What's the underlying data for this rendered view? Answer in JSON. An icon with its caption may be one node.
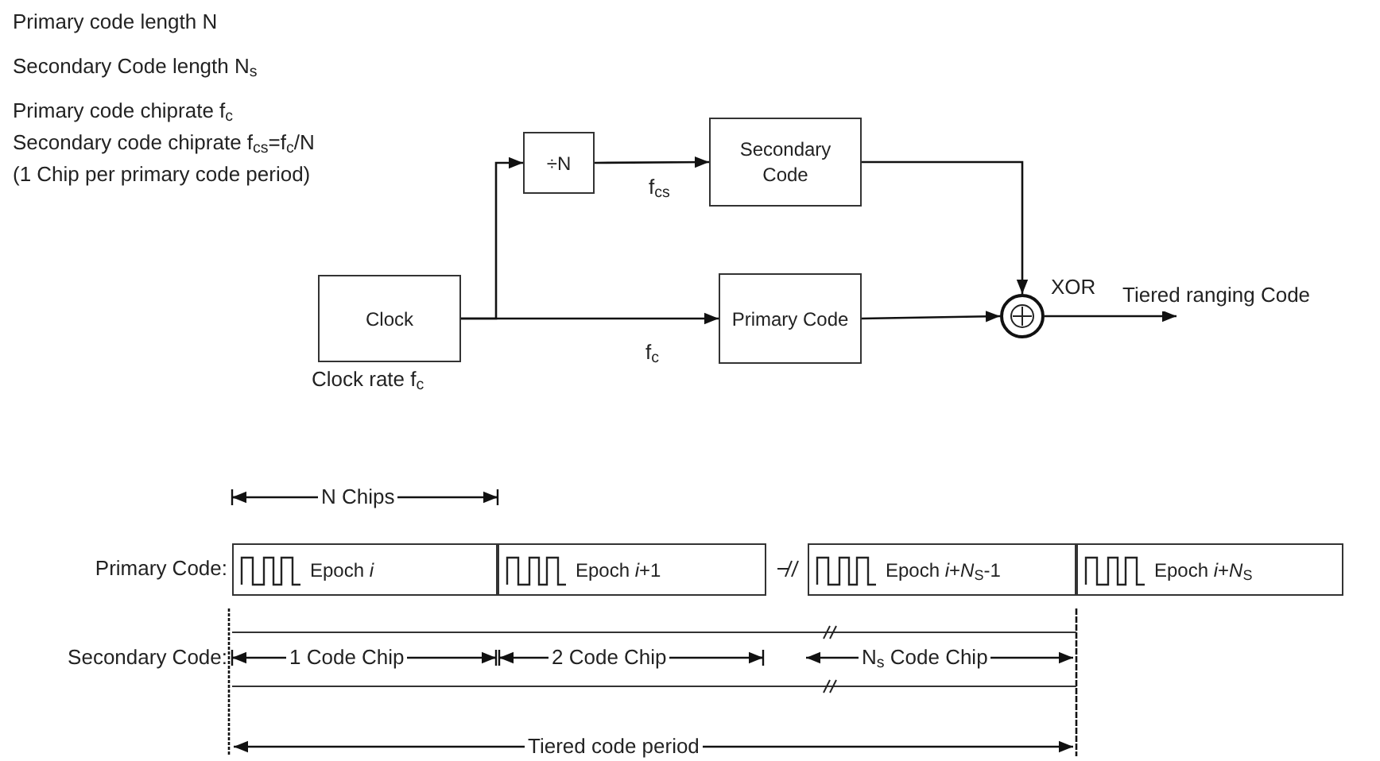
{
  "diagram": {
    "nodes": [
      {
        "text": [
          "Clock"
        ],
        "beside": [
          "Clock rate f$_{c}$"
        ]
      },
      {
        "text": [
          "÷N"
        ]
      },
      {
        "text": [
          "Secondary Code"
        ]
      },
      {
        "text": [
          "Primary Code"
        ]
      },
      {
        "text": [],
        "shape": "circle",
        "beside": [
          "XOR"
        ]
      },
      {
        "text": [
          "Epoch *i*"
        ]
      },
      {
        "text": [
          "Epoch *i*+1"
        ]
      },
      {
        "text": [
          "Epoch *i*+*N*$_{S}$-1"
        ]
      },
      {
        "text": [
          "Epoch *i*+*N*$_{S}$"
        ]
      }
    ],
    "edges": [
      {
        "from": 0,
        "to": 1,
        "arrow": "to"
      },
      {
        "from": 0,
        "to": 3,
        "arrow": "to",
        "label": "f$_{c}$"
      },
      {
        "from": 1,
        "to": 2,
        "arrow": "to",
        "label": "f$_{cs}$"
      },
      {
        "from": 2,
        "to": 4,
        "arrow": "to"
      },
      {
        "from": 3,
        "to": 4,
        "arrow": "to"
      },
      {
        "from": 4,
        "to": null,
        "arrow": "to",
        "label": "Tiered ranging Code"
      }
    ],
    "labels": [
      "Primary code length N",
      "Secondary Code length N$_{s}$",
      "Primary code chiprate f$_{c}$",
      "Secondary code chiprate f$_{cs}$=f$_{c}$/N",
      "(1 Chip per primary code period)",
      "N Chips",
      "Primary Code:",
      "Secondary Code:",
      "1 Code Chip",
      "2 Code Chip",
      "N$_{s}$ Code Chip",
      "Tiered code period"
    ]
  }
}
